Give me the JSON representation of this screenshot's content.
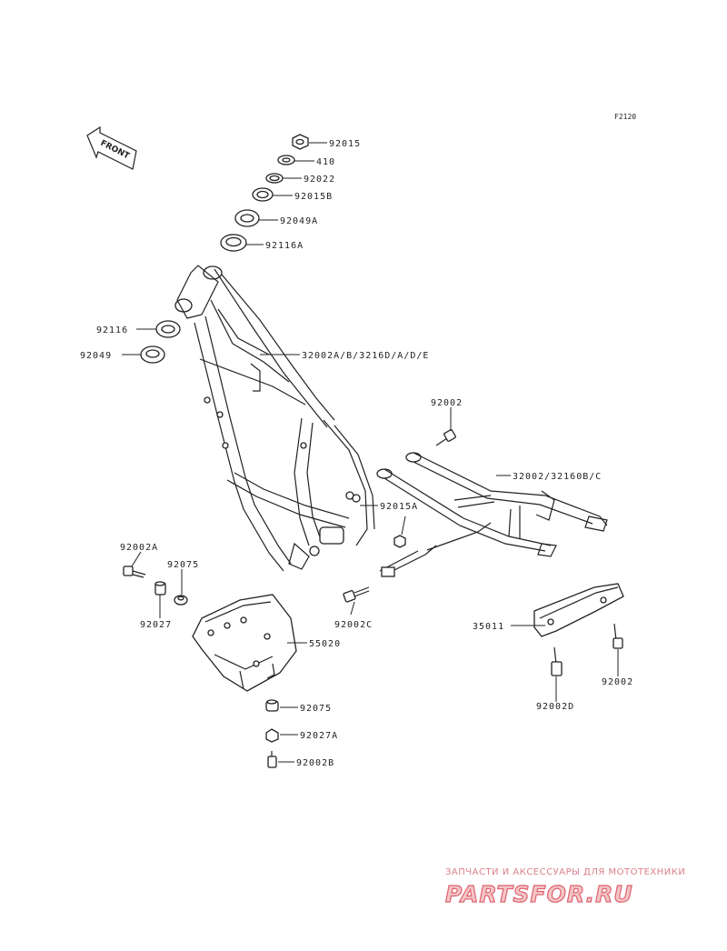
{
  "diagram_code": "F2120",
  "front_indicator": "FRONT",
  "parts": {
    "p92015": "92015",
    "p410": "410",
    "p92022": "92022",
    "p92015b": "92015B",
    "p92049a": "92049A",
    "p92116a": "92116A",
    "p92116": "92116",
    "p92049": "92049",
    "p32002a": "32002A/B/3216D/A/D/E",
    "p92002_top": "92002",
    "p32002_rear": "32002/32160B/C",
    "p92015a": "92015A",
    "p92002a": "92002A",
    "p92075_top": "92075",
    "p92027": "92027",
    "p55020": "55020",
    "p92002c": "92002C",
    "p35011": "35011",
    "p92002_right": "92002",
    "p92002d": "92002D",
    "p92075_bottom": "92075",
    "p92027a": "92027A",
    "p92002b": "92002B"
  },
  "watermark": {
    "tagline": "ЗАПЧАСТИ И АКСЕССУАРЫ ДЛЯ МОТОТЕХНИКИ",
    "brand": "PARTSFOR.RU"
  }
}
